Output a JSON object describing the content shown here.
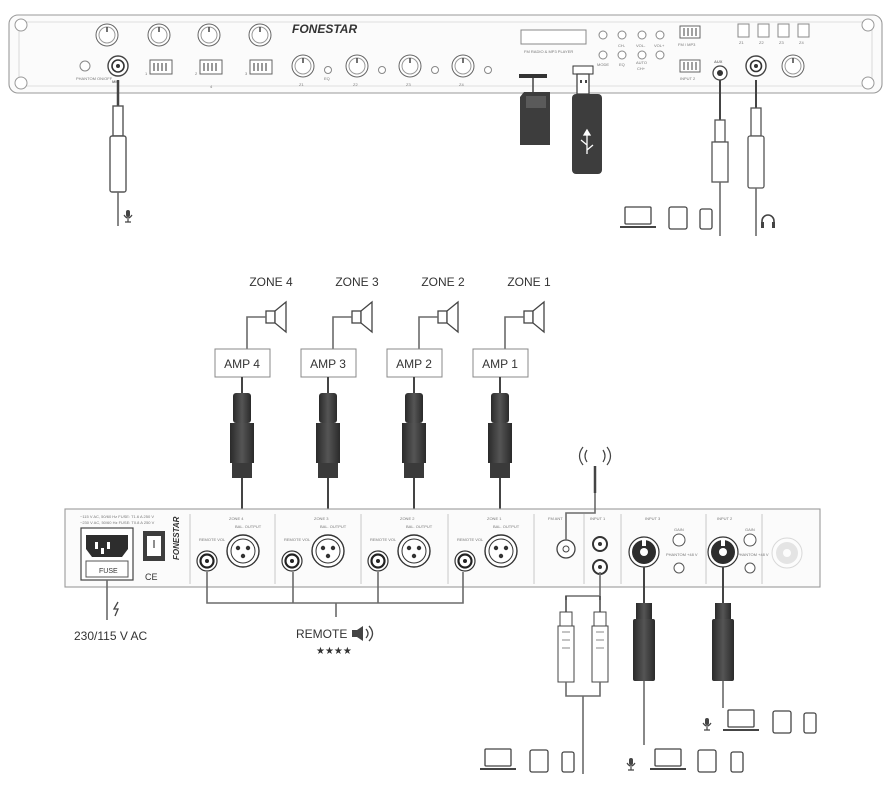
{
  "brand": "FONESTAR",
  "front": {
    "mic_label": "MIC",
    "phantom_label": "PHANTOM ON/OFF",
    "zone_bass": [
      "1",
      "2",
      "3",
      "4"
    ],
    "zone_eq": [
      "Z1",
      "Z2",
      "Z3",
      "Z4"
    ],
    "eq_label": "EQ",
    "display_label": "FM RADIO & MP3 PLAYER",
    "player_buttons": [
      "MODE",
      "EQ",
      "AUTO",
      "CH-",
      "CH+",
      "VOL-",
      "VOL+"
    ],
    "source_buttons": [
      "Z1",
      "Z2",
      "Z3",
      "Z4"
    ],
    "aux_label": "AUX",
    "input2_label": "INPUT 2",
    "fm_mp3_label": "FM / MP3"
  },
  "zones": [
    {
      "zone": "ZONE 4",
      "amp": "AMP 4"
    },
    {
      "zone": "ZONE 3",
      "amp": "AMP 3"
    },
    {
      "zone": "ZONE 2",
      "amp": "AMP 2"
    },
    {
      "zone": "ZONE 1",
      "amp": "AMP 1"
    }
  ],
  "rear": {
    "fuse_line1": "~115 V AC, 50/60 Hz FUSE: T1.6 A 250 V",
    "fuse_line2": "~230 V AC, 50/60 Hz FUSE: T0.8 A 250 V",
    "fuse_label": "FUSE",
    "zone_sections": [
      "ZONE 4",
      "ZONE 3",
      "ZONE 2",
      "ZONE 1"
    ],
    "remote_vol": "REMOTE VOL",
    "bal_output": "BAL. OUTPUT",
    "fm_ant": "FM ANT",
    "input1": "INPUT 1",
    "input3": "INPUT 3",
    "input2": "INPUT 2",
    "gain": "GAIN",
    "phantom": "PHANTOM +48 V"
  },
  "power_label": "230/115 V AC",
  "remote_label": "REMOTE",
  "remote_stars": "★★★★",
  "colors": {
    "line": "#6b6b6b",
    "dark": "#3c3c3c",
    "panel": "#fbfbfb"
  }
}
